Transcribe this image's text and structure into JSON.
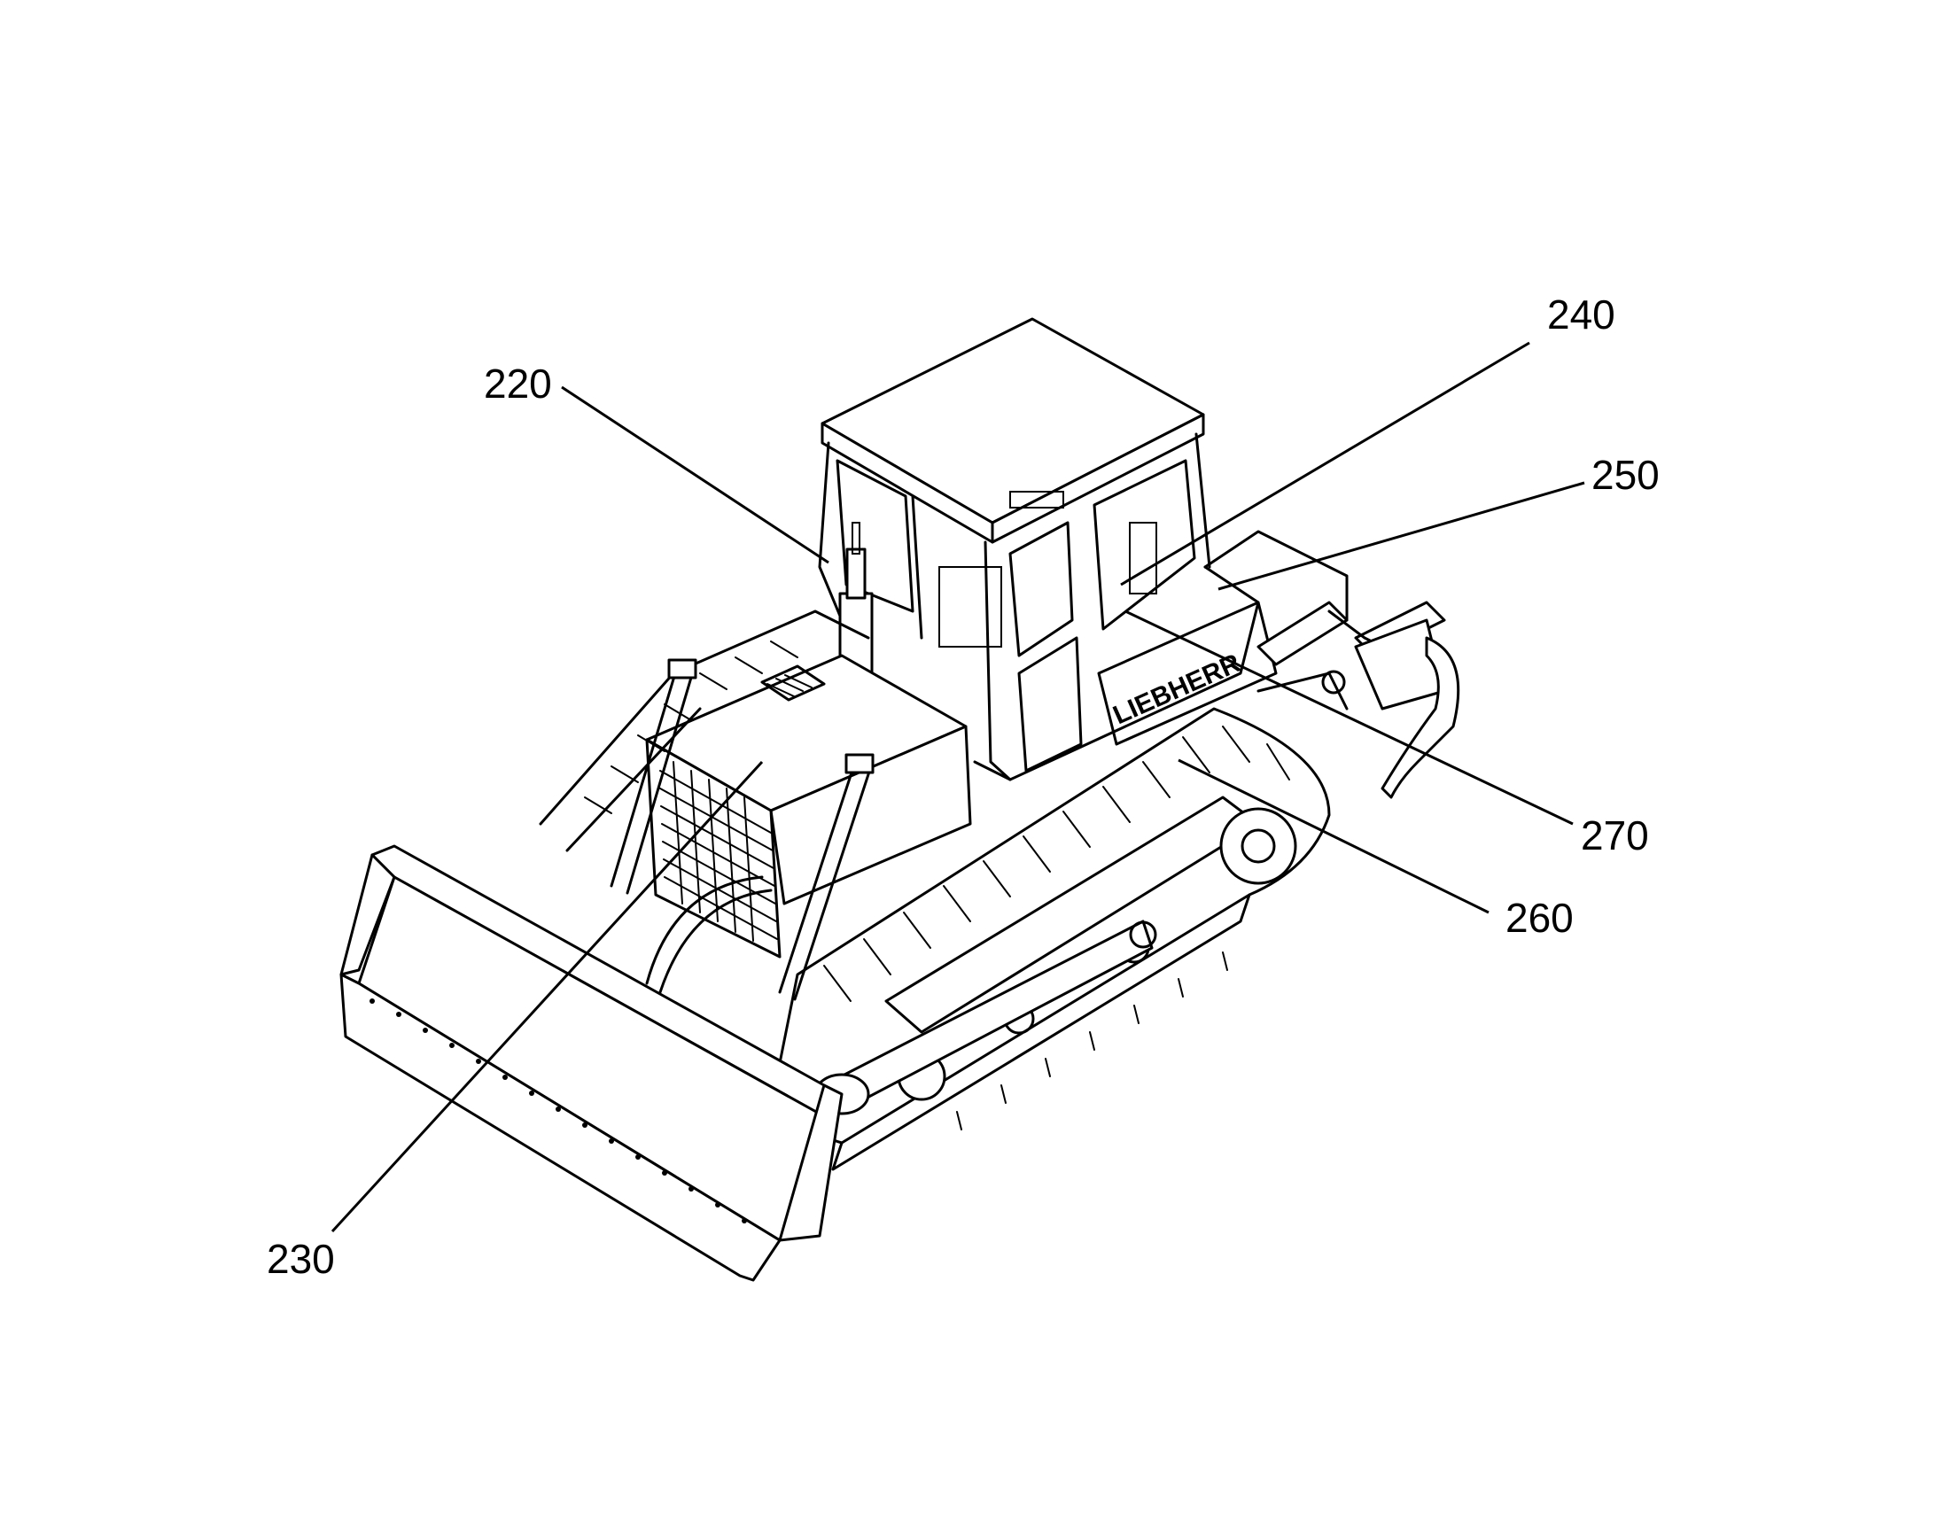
{
  "figure": {
    "logo": "LIEBHERR",
    "ink_color": "#000000",
    "background_color": "#ffffff",
    "labels": [
      {
        "id": "220",
        "text": "220"
      },
      {
        "id": "230",
        "text": "230"
      },
      {
        "id": "240",
        "text": "240"
      },
      {
        "id": "250",
        "text": "250"
      },
      {
        "id": "260",
        "text": "260"
      },
      {
        "id": "270",
        "text": "270"
      }
    ]
  }
}
